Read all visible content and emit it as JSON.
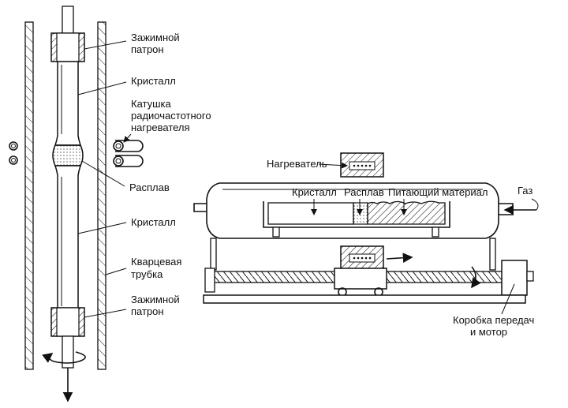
{
  "left_figure": {
    "labels": {
      "chuck_top_1": "Зажимной",
      "chuck_top_2": "патрон",
      "crystal_top": "Кристалл",
      "coil_1": "Катушка",
      "coil_2": "радиочастотного",
      "coil_3": "нагревателя",
      "melt": "Расплав",
      "crystal_bottom": "Кристалл",
      "tube_1": "Кварцевая",
      "tube_2": "трубка",
      "chuck_bottom_1": "Зажимной",
      "chuck_bottom_2": "патрон"
    }
  },
  "right_figure": {
    "labels": {
      "heater": "Нагреватель",
      "crystal": "Кристалл",
      "melt": "Расплав",
      "feed": "Питающий материал",
      "gas": "Газ",
      "gearbox_1": "Коробка передач",
      "gearbox_2": "и мотор"
    }
  },
  "colors": {
    "ink": "#111111",
    "background": "#ffffff"
  }
}
